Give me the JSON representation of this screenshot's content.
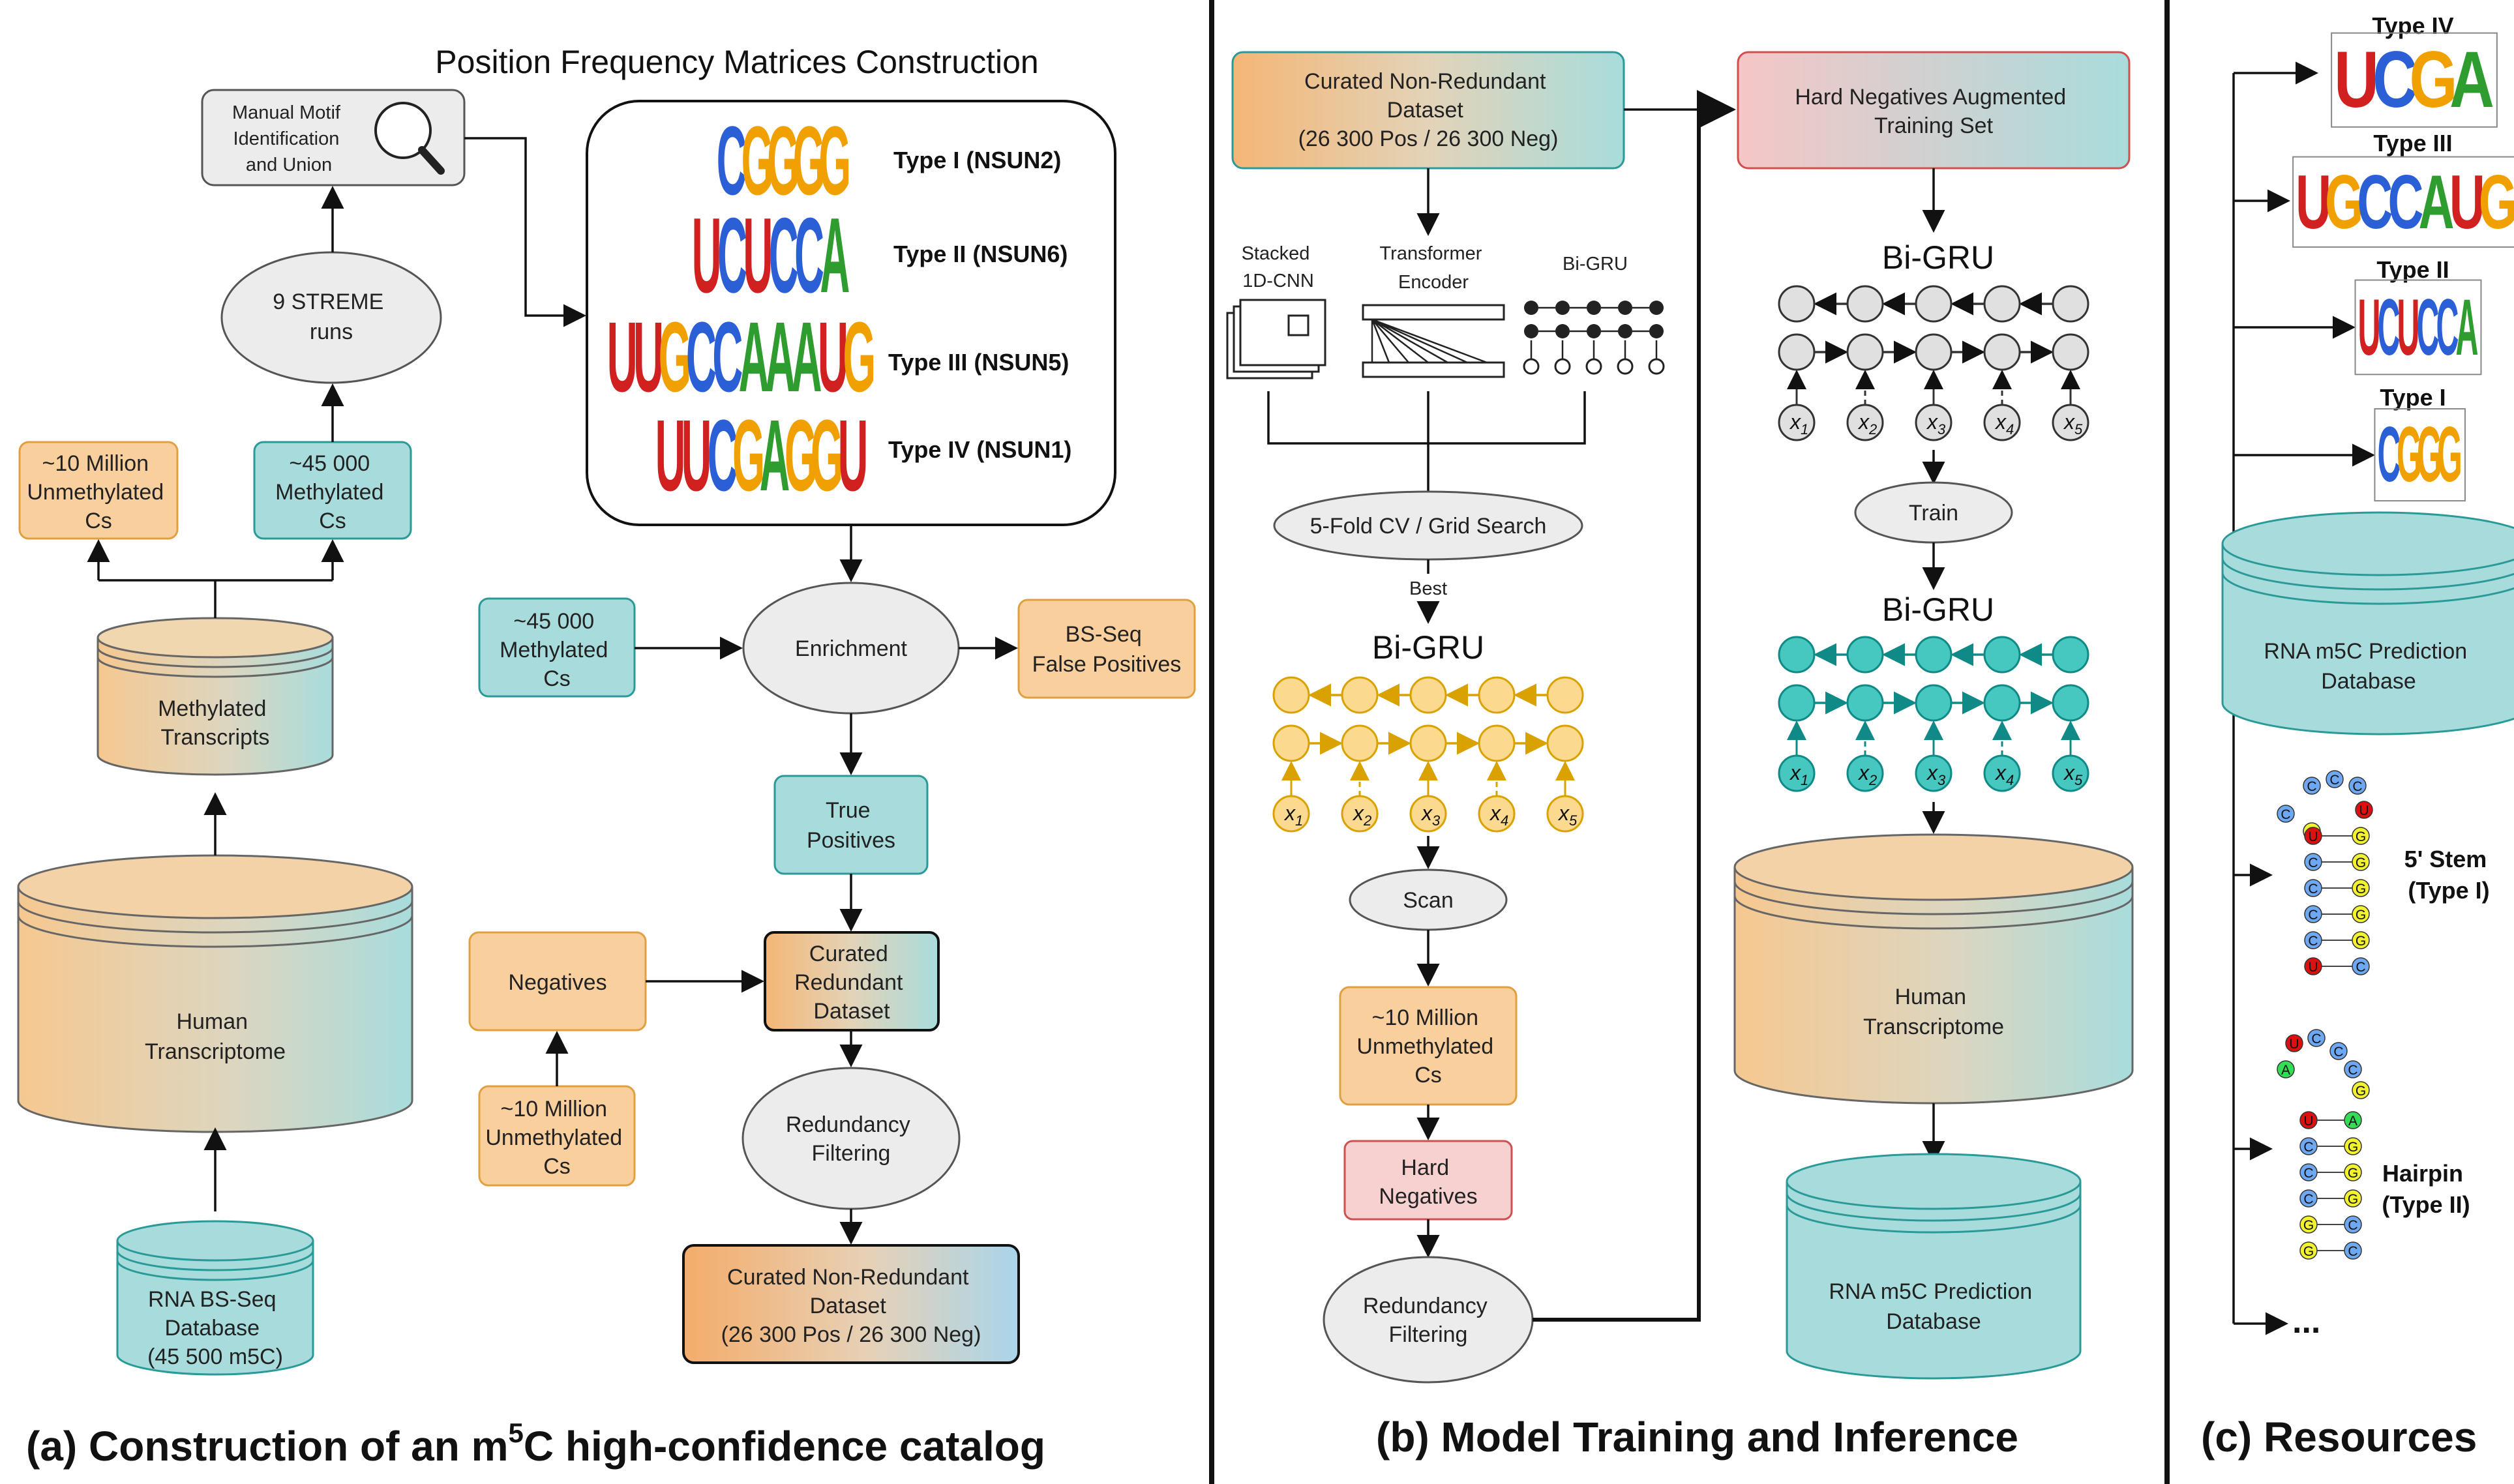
{
  "panel_a": {
    "caption_pre": "(a) Construction of an m",
    "caption_sup": "5",
    "caption_post": "C high-confidence catalog",
    "manual_motif": [
      "Manual Motif",
      "Identification",
      "and Union"
    ],
    "streme": [
      "9 STREME",
      "runs"
    ],
    "unmethylated": [
      "~10 Million",
      "Unmethylated",
      "Cs"
    ],
    "methylated": [
      "~45 000",
      "Methylated",
      "Cs"
    ],
    "methylated_transcripts": [
      "Methylated",
      "Transcripts"
    ],
    "human_transcriptome": [
      "Human",
      "Transcriptome"
    ],
    "bsseq_db": [
      "RNA BS-Seq",
      "Database",
      "(45 500 m5C)"
    ],
    "pfm_title": "Position Frequency Matrices Construction",
    "types": [
      {
        "label": "Type I (NSUN2)",
        "motif": "CGGGG"
      },
      {
        "label": "Type II (NSUN6)",
        "motif": "UCUCCA"
      },
      {
        "label": "Type III (NSUN5)",
        "motif": "UUGCCAAAUG"
      },
      {
        "label": "Type IV (NSUN1)",
        "motif": "UUCGAGGU"
      }
    ],
    "methylated2": [
      "~45 000",
      "Methylated",
      "Cs"
    ],
    "enrichment": "Enrichment",
    "bsseq_fp": [
      "BS-Seq",
      "False Positives"
    ],
    "true_positives": [
      "True",
      "Positives"
    ],
    "negatives": "Negatives",
    "curated_redundant": [
      "Curated",
      "Redundant",
      "Dataset"
    ],
    "unmethylated2": [
      "~10 Million",
      "Unmethylated",
      "Cs"
    ],
    "redundancy": [
      "Redundancy",
      "Filtering"
    ],
    "curated_nonredundant": [
      "Curated Non-Redundant",
      "Dataset",
      "(26 300 Pos / 26 300 Neg)"
    ]
  },
  "panel_b": {
    "caption": "(b) Model Training and Inference",
    "curated_nonredundant": [
      "Curated Non-Redundant",
      "Dataset",
      "(26 300 Pos / 26 300 Neg)"
    ],
    "stacked_cnn": [
      "Stacked",
      "1D-CNN"
    ],
    "transformer": [
      "Transformer",
      "Encoder"
    ],
    "bigru_small": "Bi-GRU",
    "cv": "5-Fold CV / Grid Search",
    "best": "Best",
    "bigru": "Bi-GRU",
    "x_labels": [
      "x1",
      "x2",
      "x3",
      "x4",
      "x5"
    ],
    "scan": "Scan",
    "unmethylated": [
      "~10 Million",
      "Unmethylated",
      "Cs"
    ],
    "hard_negatives": [
      "Hard",
      "Negatives"
    ],
    "redundancy": [
      "Redundancy",
      "Filtering"
    ],
    "hn_training": [
      "Hard Negatives Augmented",
      "Training Set"
    ],
    "train": "Train",
    "human_transcriptome": [
      "Human",
      "Transcriptome"
    ],
    "prediction_db": [
      "RNA m5C Prediction",
      "Database"
    ]
  },
  "panel_c": {
    "caption": "(c) Resources",
    "types": [
      {
        "label": "Type IV",
        "motif": "UCGA"
      },
      {
        "label": "Type III",
        "motif": "UGCCAUG"
      },
      {
        "label": "Type II",
        "motif": "UCUCCA"
      },
      {
        "label": "Type I",
        "motif": "CGGG"
      }
    ],
    "prediction_db": [
      "RNA m5C Prediction",
      "Database"
    ],
    "stem_label": [
      "5' Stem",
      "(Type I)"
    ],
    "hairpin_label": [
      "Hairpin",
      "(Type II)"
    ],
    "ellipsis": "...",
    "stem_bases": [
      "C",
      "C",
      "C",
      "U",
      "C",
      "G",
      "U",
      "G",
      "C",
      "G",
      "C",
      "G",
      "C",
      "G",
      "C",
      "G",
      "U",
      "C"
    ],
    "hairpin_bases": [
      "U",
      "C",
      "C",
      "C",
      "G",
      "A",
      "U",
      "A",
      "C",
      "G",
      "C",
      "G",
      "C",
      "G",
      "G",
      "C",
      "G",
      "C"
    ]
  },
  "colors": {
    "teal": "#a8dcdc",
    "orange": "#f9cf9e",
    "pink": "#f7d0d0",
    "gray": "#ececec",
    "gru_orange": "#f6cf7c",
    "gru_teal": "#46c7c0"
  }
}
